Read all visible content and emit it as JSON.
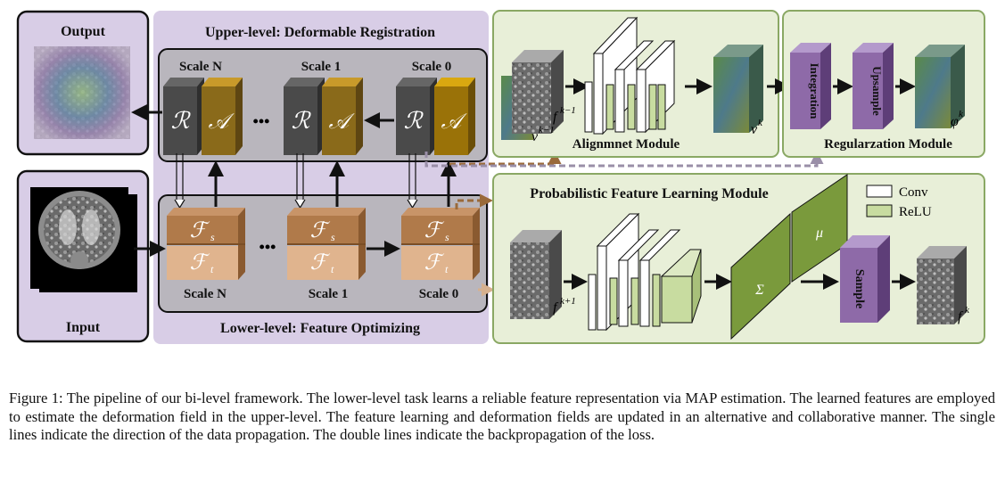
{
  "diagram": {
    "output_label": "Output",
    "input_label": "Input",
    "upper_title": "Upper-level: Deformable Registration",
    "lower_title": "Lower-level: Feature Optimizing",
    "upper_scales": [
      "Scale N",
      "Scale 1",
      "Scale 0"
    ],
    "lower_scales": [
      "Scale N",
      "Scale 1",
      "Scale 0"
    ],
    "ellipsis": "•••",
    "r_symbol": "ℛ",
    "a_symbol": "𝒜",
    "fs_symbol": "ℱ",
    "fs_sub": "s",
    "ft_symbol": "ℱ",
    "ft_sub": "t",
    "alignment_module": "Alignmnet Module",
    "regularization_module": "Regularzation Module",
    "integration": "Integration",
    "upsample": "Upsample",
    "feature_module": "Probabilistic Feature Learning Module",
    "sample": "Sample",
    "mu": "μ",
    "sigma": "Σ",
    "legend_conv": "Conv",
    "legend_relu": "ReLU",
    "f_km1_base": "f",
    "f_km1_sup": "k−1",
    "v_km1_base": "v",
    "v_km1_sup": "k−1",
    "v_k_base": "v",
    "v_k_sup": "k",
    "phi_k_base": "φ",
    "phi_k_sup": "k",
    "f_kp1_base": "f",
    "f_kp1_sup": "k+1",
    "f_k_base": "f",
    "f_k_sup": "k"
  },
  "colors": {
    "lavender": "#d8cde6",
    "green_panel": "#e8efd8",
    "green_border": "#8aa864",
    "purple_block": "#8e6aa8",
    "relu_green": "#7a9a3c",
    "r_block": "#4a4a4a",
    "a_block": "#8a6a1a",
    "fs_block": "#b07a4a",
    "ft_block": "#e0b48e"
  },
  "caption": "Figure 1: The pipeline of our bi-level framework. The lower-level task learns a reliable feature representation via MAP estimation. The learned features are employed to estimate the deformation field in the upper-level. The feature learning and deformation fields are updated in an alternative and collaborative manner. The single lines indicate the direction of the data propagation. The double lines indicate the backpropagation of the loss."
}
